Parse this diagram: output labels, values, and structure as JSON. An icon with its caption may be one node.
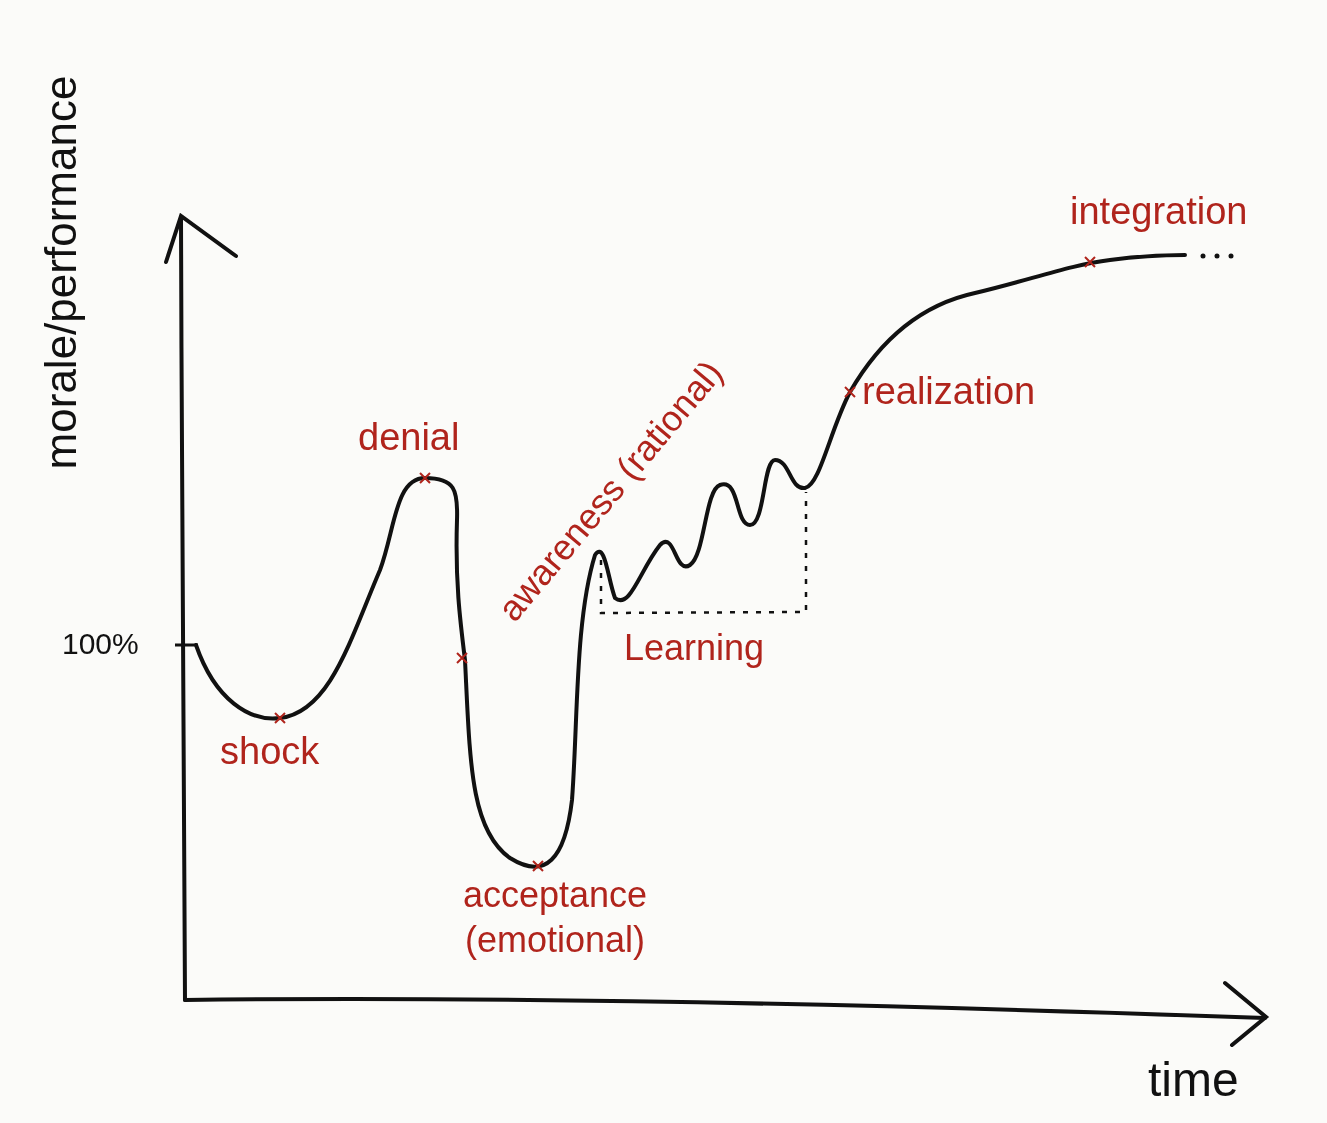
{
  "diagram": {
    "labels": [
      "morale/performance",
      "integration",
      "realization",
      "awareness (rational)",
      "denial",
      "100%",
      "Learning",
      "shock",
      "acceptance (emotional)",
      "time"
    ]
  }
}
